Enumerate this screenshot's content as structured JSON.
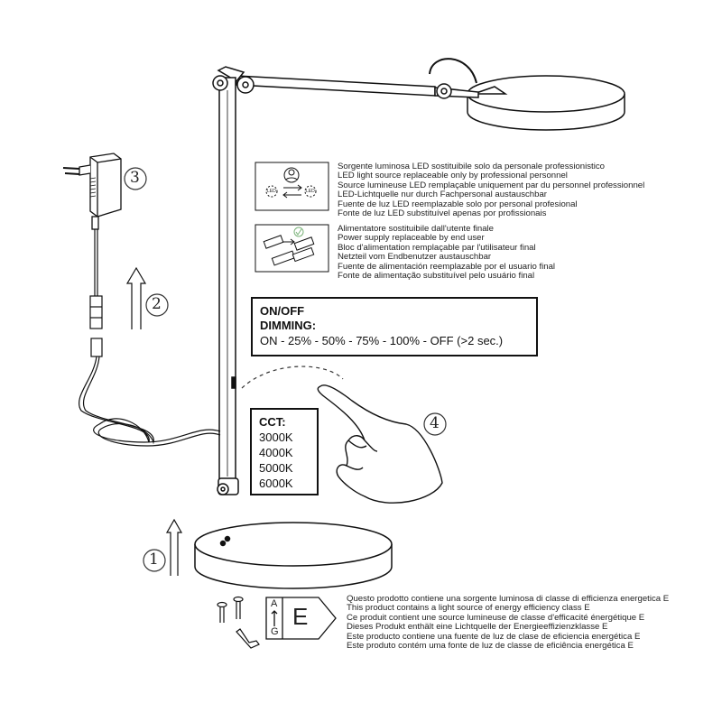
{
  "steps": [
    "1",
    "2",
    "3",
    "4"
  ],
  "led_info": {
    "icon_label": "LED",
    "lines": [
      "Sorgente luminosa LED sostituibile solo da personale professionistico",
      "LED light source replaceable only by professional personnel",
      "Source lumineuse LED remplaçable uniquement par du personnel professionnel",
      "LED-Lichtquelle nur durch Fachpersonal austauschbar",
      "Fuente de luz LED reemplazable solo por personal profesional",
      "Fonte de luz LED substituível apenas por profissionais"
    ]
  },
  "power_info": {
    "lines": [
      "Alimentatore sostituibile dall'utente finale",
      "Power supply replaceable by end user",
      "Bloc d'alimentation remplaçable par l'utilisateur final",
      "Netzteil vom Endbenutzer austauschbar",
      "Fuente de alimentación reemplazable por el usuario final",
      "Fonte de alimentação substituível pelo usuário final"
    ]
  },
  "dimming_box": {
    "line1": "ON/OFF",
    "line2": "DIMMING:",
    "line3": "ON - 25% - 50% - 75% - 100% - OFF (>2 sec.)"
  },
  "cct_box": {
    "title": "CCT:",
    "values": [
      "3000K",
      "4000K",
      "5000K",
      "6000K"
    ]
  },
  "energy_label": {
    "scale_top": "A",
    "scale_bottom": "G",
    "class": "E",
    "lines": [
      "Questo prodotto contiene una sorgente luminosa di classe di efficienza energetica E",
      "This product contains a light source of energy efficiency class E",
      "Ce produit contient une source lumineuse de classe d'efficacité énergétique E",
      "Dieses Produkt enthält eine Lichtquelle der Energieeffizienzklasse E",
      "Este producto contiene una fuente de luz de clase de eficiencia energética E",
      "Este produto contém uma fonte de luz de classe de eficiência energética E"
    ]
  }
}
